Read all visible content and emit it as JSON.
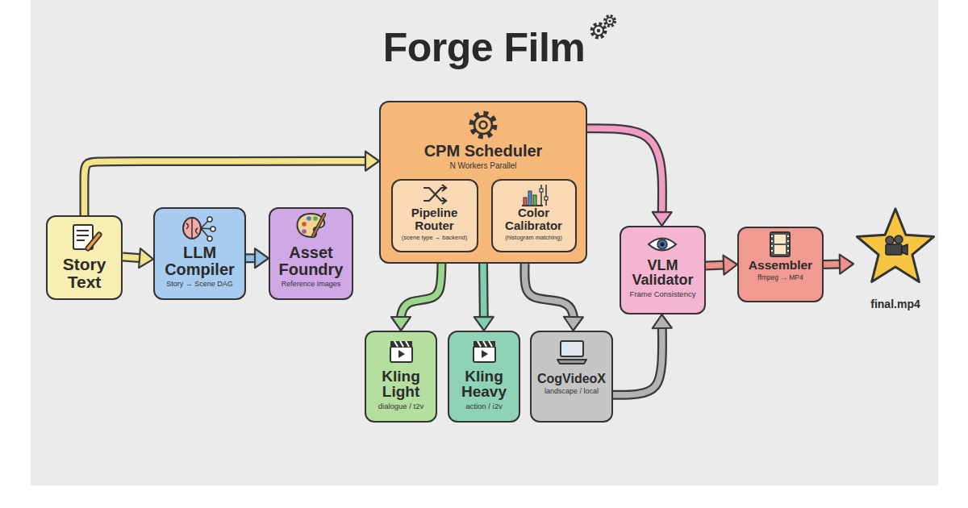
{
  "diagram": {
    "title": "Forge Film",
    "nodes": [
      {
        "text": [
          "Story Text"
        ]
      },
      {
        "text": [
          "LLM Compiler",
          "Story → Scene DAG"
        ]
      },
      {
        "text": [
          "Asset Foundry",
          "Reference Images"
        ]
      },
      {
        "text": [
          "CPM Scheduler",
          "N Workers Parallel"
        ]
      },
      {
        "text": [
          "Pipeline Router",
          "(scene type → backend)"
        ],
        "in": 3
      },
      {
        "text": [
          "Color Calibrator",
          "(histogram matching)"
        ],
        "in": 3
      },
      {
        "text": [
          "Kling Light",
          "dialogue / t2v"
        ]
      },
      {
        "text": [
          "Kling Heavy",
          "action / i2v"
        ]
      },
      {
        "text": [
          "CogVideoX",
          "landscape / local"
        ]
      },
      {
        "text": [
          "VLM Validator",
          "Frame Consistency"
        ]
      },
      {
        "text": [
          "Assembler",
          "ffmpeg → MP4"
        ]
      },
      {
        "text": [
          "final.mp4"
        ]
      }
    ],
    "edges": [
      {
        "from": 0,
        "to": 1,
        "arrow": "to"
      },
      {
        "from": 1,
        "to": 2,
        "arrow": "to"
      },
      {
        "from": 0,
        "to": 3,
        "arrow": "to"
      },
      {
        "from": 3,
        "to": 6,
        "arrow": "to"
      },
      {
        "from": 3,
        "to": 7,
        "arrow": "to"
      },
      {
        "from": 3,
        "to": 8,
        "arrow": "to"
      },
      {
        "from": 3,
        "to": 9,
        "arrow": "to"
      },
      {
        "from": 8,
        "to": 9,
        "arrow": "to"
      },
      {
        "from": 9,
        "to": 10,
        "arrow": "to"
      },
      {
        "from": 10,
        "to": 11,
        "arrow": "to"
      }
    ]
  }
}
